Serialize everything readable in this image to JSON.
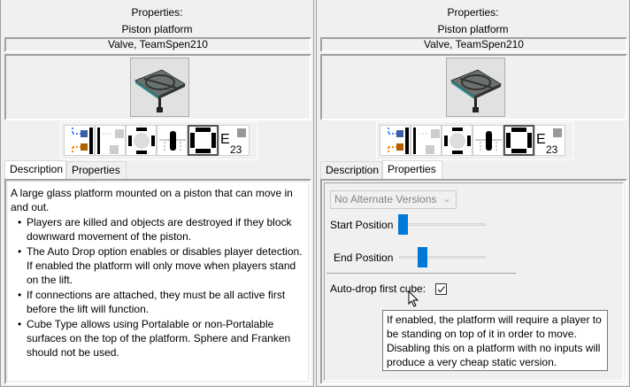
{
  "left": {
    "header": "Properties:",
    "item_name": "Piston platform",
    "authors": "Valve, TeamSpen210",
    "tabs": [
      {
        "label": "Description",
        "active": true
      },
      {
        "label": "Properties",
        "active": false
      }
    ],
    "description": {
      "intro": "A large glass platform mounted on a piston that can move in and out.",
      "bullets": [
        "Players are killed and objects are destroyed if they block downward movement of the piston.",
        "The Auto Drop option enables or disables player detection. If enabled the platform will only move when players stand on the lift.",
        "If connections are attached, they must be all active first before the lift will function.",
        "Cube Type allows using Portalable or non-Portalable surfaces on the top of the platform. Sphere and Franken should not be used."
      ]
    },
    "icons": [
      "input-output-icon",
      "rotation-icon",
      "position-icon",
      "floor-embed-icon",
      "facing-icon",
      "entity-count-icon"
    ],
    "entity_count": "23"
  },
  "right": {
    "header": "Properties:",
    "item_name": "Piston platform",
    "authors": "Valve, TeamSpen210",
    "tabs": [
      {
        "label": "Description",
        "active": false
      },
      {
        "label": "Properties",
        "active": true
      }
    ],
    "entity_count": "23",
    "properties": {
      "version_select": "No Alternate Versions",
      "start_position_label": "Start Position",
      "start_position_value": 0,
      "end_position_label": "End Position",
      "end_position_value": 1,
      "slider_max": 4,
      "autodrop_label": "Auto-drop first cube:",
      "autodrop_checked": true,
      "tooltip": "If enabled, the platform will require a player to be standing on top of it in order to move. Disabling this on a platform with no inputs will produce a very cheap static version."
    }
  },
  "colors": {
    "accent": "#0078d7"
  }
}
